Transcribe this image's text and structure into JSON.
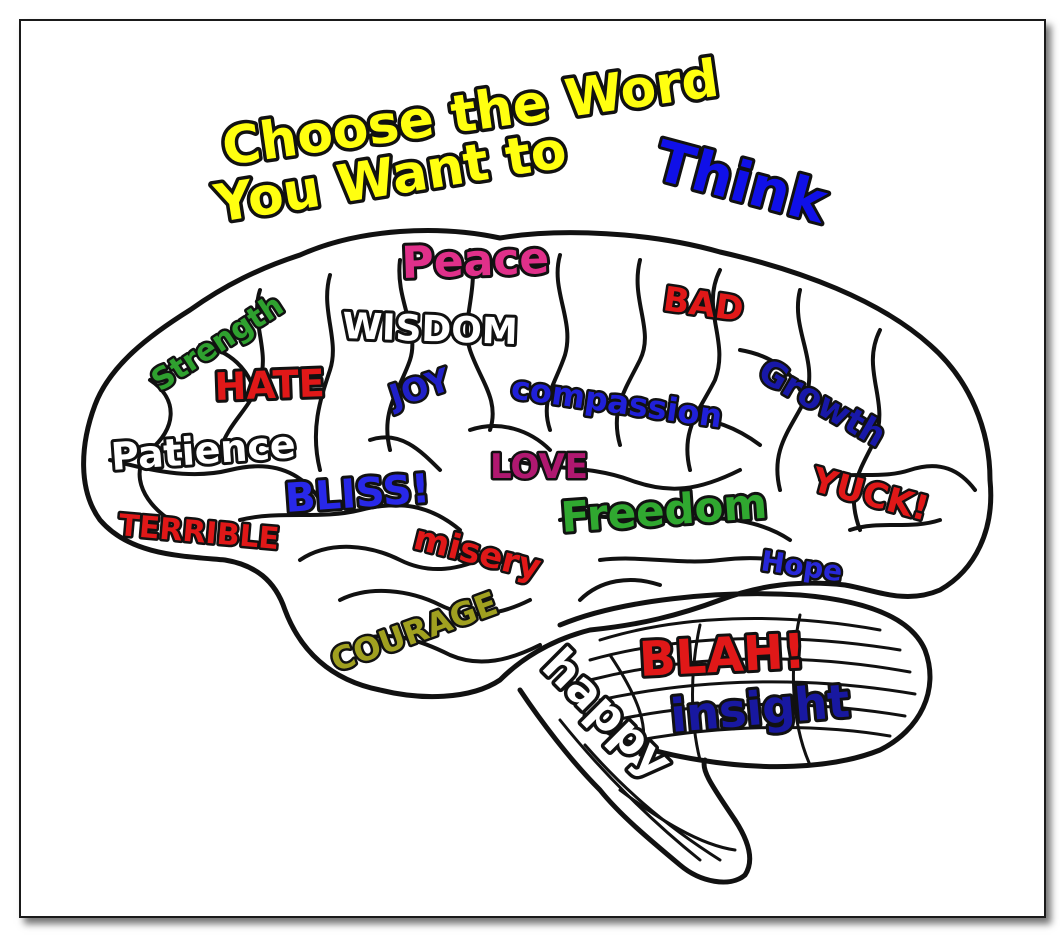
{
  "title": {
    "line1": "Choose the Word",
    "line2_prefix": "You Want to",
    "line2_highlight": "Think"
  },
  "words": [
    {
      "text": "Peace",
      "color": "#e0308a"
    },
    {
      "text": "WISDOM",
      "color": "#ffffff"
    },
    {
      "text": "Strength",
      "color": "#2fa02f"
    },
    {
      "text": "HATE",
      "color": "#e01818"
    },
    {
      "text": "JOY",
      "color": "#2020c8"
    },
    {
      "text": "compassion",
      "color": "#2020d8"
    },
    {
      "text": "BAD",
      "color": "#e01818"
    },
    {
      "text": "Growth",
      "color": "#1818a8"
    },
    {
      "text": "Patience",
      "color": "#ffffff"
    },
    {
      "text": "LOVE",
      "color": "#b01870"
    },
    {
      "text": "BLISS!",
      "color": "#2828e8"
    },
    {
      "text": "Freedom",
      "color": "#30a830"
    },
    {
      "text": "YUCK!",
      "color": "#e01818"
    },
    {
      "text": "TERRIBLE",
      "color": "#e01818"
    },
    {
      "text": "misery",
      "color": "#e01818"
    },
    {
      "text": "Hope",
      "color": "#2828d8"
    },
    {
      "text": "COURAGE",
      "color": "#a0a020"
    },
    {
      "text": "BLAH!",
      "color": "#e01818"
    },
    {
      "text": "happy",
      "color": "#ffffff"
    },
    {
      "text": "insight",
      "color": "#1818a0"
    }
  ],
  "colors": {
    "title_yellow": "#ffff10",
    "title_blue": "#1010e8",
    "outline": "#111111",
    "frame_border": "#1a1a1a"
  }
}
